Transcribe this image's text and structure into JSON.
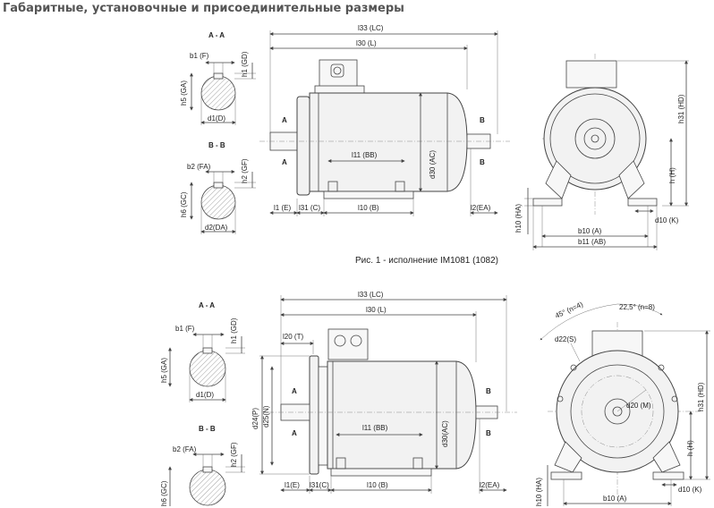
{
  "heading": "Габаритные, установочные и присоединительные размеры",
  "caption1": "Рис. 1 - исполнение IM1081 (1082)",
  "sections": {
    "aa": "A - A",
    "bb": "B - B",
    "a": "A",
    "b": "B"
  },
  "dims1": {
    "b1": "b1 (F)",
    "h1": "h1 (GD)",
    "h5": "h5 (GA)",
    "d1": "d1(D)",
    "b2": "b2 (FA)",
    "h2": "h2 (GF)",
    "h6": "h6 (GC)",
    "d2": "d2(DA)",
    "l33": "l33 (LC)",
    "l30": "l30 (L)",
    "l11": "l11 (BB)",
    "d30": "d30 (AC)",
    "l1": "l1 (E)",
    "l31": "l31 (C)",
    "l10": "l10 (B)",
    "l2": "l2(EA)",
    "h31": "h31 (HD)",
    "h": "h (H)",
    "h10": "h10 (HA)",
    "d10": "d10 (K)",
    "b10": "b10 (A)",
    "b11": "b11 (AB)"
  },
  "dims2": {
    "b1": "b1 (F)",
    "h1": "h1 (GD)",
    "h5": "h5 (GA)",
    "d1": "d1(D)",
    "b2": "b2 (FA)",
    "h2": "h2 (GF)",
    "h6": "h6 (GC)",
    "l33": "l33 (LC)",
    "l30": "l30 (L)",
    "l20": "l20 (T)",
    "l11": "l11 (BB)",
    "d24": "d24(P)",
    "d25": "d25(N)",
    "d30": "d30(AC)",
    "l1": "l1(E)",
    "l31": "l31(C)",
    "l10": "l10 (B)",
    "l2": "l2(EA)",
    "angle45": "45° (n=4)",
    "angle22": "22,5° (n=8)",
    "d22": "d22(S)",
    "d20": "d20 (M)",
    "h31": "h31 (HD)",
    "h": "h (H)",
    "h10": "h10 (HA)",
    "d10": "d10 (K)",
    "b10": "b10 (A)"
  }
}
